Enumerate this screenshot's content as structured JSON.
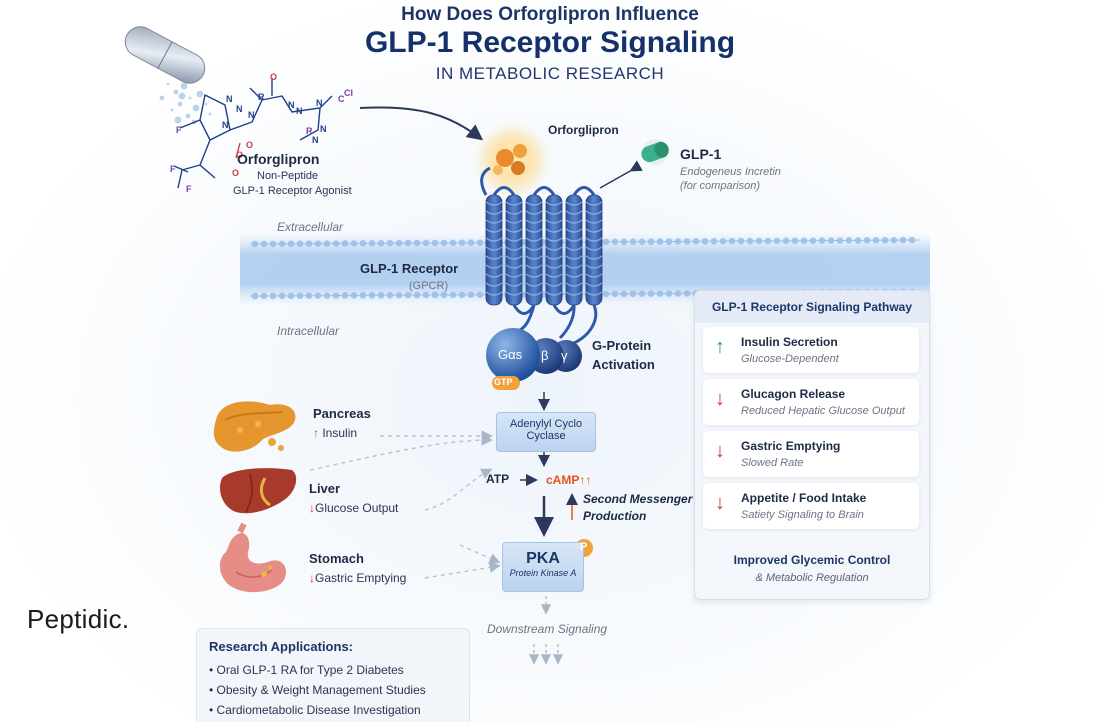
{
  "title": {
    "line1": "How Does Orforglipron Influence",
    "line2": "GLP-1 Receptor Signaling",
    "line3": "IN METABOLIC RESEARCH"
  },
  "molecule": {
    "name": "Orforglipron",
    "desc1": "Non-Peptide",
    "desc2": "GLP-1 Receptor Agonist",
    "atoms": [
      "N",
      "N",
      "O",
      "N",
      "N",
      "C",
      "R",
      "N",
      "N",
      "O",
      "Cl",
      "N",
      "F",
      "F",
      "F",
      "O",
      "N",
      "R",
      "N",
      "O"
    ]
  },
  "ligand_label": "Orforglipron",
  "glp1": {
    "name": "GLP-1",
    "desc1": "Endogeneus Incretin",
    "desc2": "(for comparison)"
  },
  "membrane": {
    "extracellular": "Extracellular",
    "intracellular": "Intracellular",
    "receptor_name": "GLP-1 Receptor",
    "receptor_type": "(GPCR)"
  },
  "gprotein": {
    "alpha": "Gαs",
    "beta": "β",
    "gamma": "γ",
    "gtp": "GTP",
    "label1": "G-Protein",
    "label2": "Activation"
  },
  "cascade": {
    "adenylyl1": "Adenylyl Cyclo",
    "adenylyl2": "Cyclase",
    "atp": "ATP",
    "camp": "cAMP",
    "camp_arrows": "↑↑",
    "second1": "Second Messenger",
    "second2": "Production",
    "pka": "PKA",
    "pka_sub": "Protein Kinase A",
    "p_badge": "P",
    "downstream": "Downstream Signaling"
  },
  "organs": [
    {
      "name": "Pancreas",
      "arrow": "↑",
      "effect": "Insulin",
      "arrow_color": "#2f9e44"
    },
    {
      "name": "Liver",
      "arrow": "↓",
      "effect": "Glucose Output",
      "arrow_color": "#d6332b"
    },
    {
      "name": "Stomach",
      "arrow": "↓",
      "effect": "Gastric Emptying",
      "arrow_color": "#d6332b"
    }
  ],
  "pathway": {
    "title": "GLP-1 Receptor Signaling Pathway",
    "items": [
      {
        "arrow": "↑",
        "label": "Insulin Secretion",
        "sub": "Glucose-Dependent",
        "color": "#2f9e44"
      },
      {
        "arrow": "↓",
        "label": "Glucagon Release",
        "sub": "Reduced Hepatic Glucose Output",
        "color": "#d6332b"
      },
      {
        "arrow": "↓",
        "label": "Gastric Emptying",
        "sub": "Slowed Rate",
        "color": "#d6332b"
      },
      {
        "arrow": "↓",
        "label": "Appetite / Food Intake",
        "sub": "Satiety Signaling to Brain",
        "color": "#d6332b"
      }
    ],
    "footer1": "Improved Glycemic Control",
    "footer2": "& Metabolic Regulation"
  },
  "brand": "Peptidic.",
  "research": {
    "title": "Research Applications:",
    "items": [
      "Oral GLP-1 RA for Type 2 Diabetes",
      "Obesity & Weight Management Studies",
      "Cardiometabolic Disease Investigation"
    ]
  },
  "colors": {
    "navy": "#15306a",
    "receptor": "#2d5aa8",
    "up": "#2f9e44",
    "down": "#d6332b",
    "camp": "#e8531f",
    "gtp": "#f2a23a"
  }
}
